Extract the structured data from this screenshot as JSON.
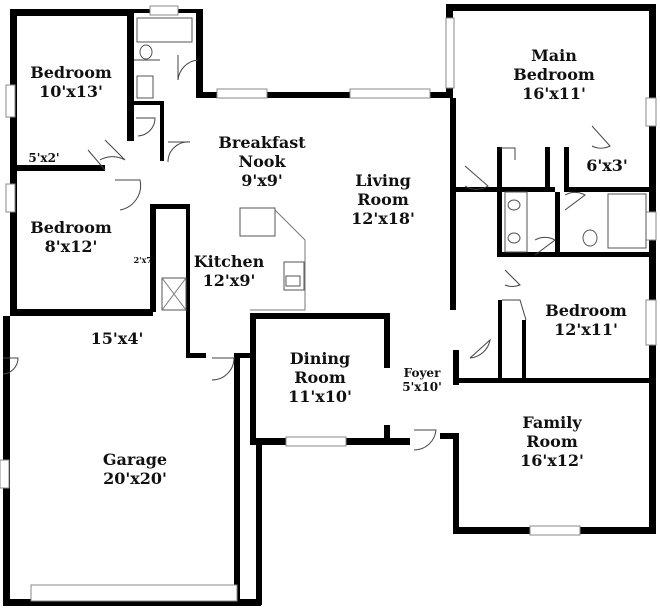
{
  "rooms": {
    "bedroom_nw": {
      "name": "Bedroom",
      "size": "10'x13'"
    },
    "closet_nw": {
      "size": "5'x2'"
    },
    "bedroom_w": {
      "name": "Bedroom",
      "size": "8'x12'"
    },
    "pantry": {
      "size": "2'x7'"
    },
    "breakfast": {
      "line1": "Breakfast",
      "line2": "Nook",
      "size": "9'x9'"
    },
    "kitchen": {
      "name": "Kitchen",
      "size": "12'x9'"
    },
    "living": {
      "line1": "Living",
      "line2": "Room",
      "size": "12'x18'"
    },
    "main_bedroom": {
      "line1": "Main",
      "line2": "Bedroom",
      "size": "16'x11'"
    },
    "closet_main": {
      "size": "6'x3'"
    },
    "bedroom_e": {
      "name": "Bedroom",
      "size": "12'x11'"
    },
    "laundry": {
      "size": "15'x4'"
    },
    "dining": {
      "line1": "Dining",
      "line2": "Room",
      "size": "11'x10'"
    },
    "foyer": {
      "name": "Foyer",
      "size": "5'x10'"
    },
    "family": {
      "line1": "Family",
      "line2": "Room",
      "size": "16'x12'"
    },
    "garage": {
      "name": "Garage",
      "size": "20'x20'"
    }
  }
}
